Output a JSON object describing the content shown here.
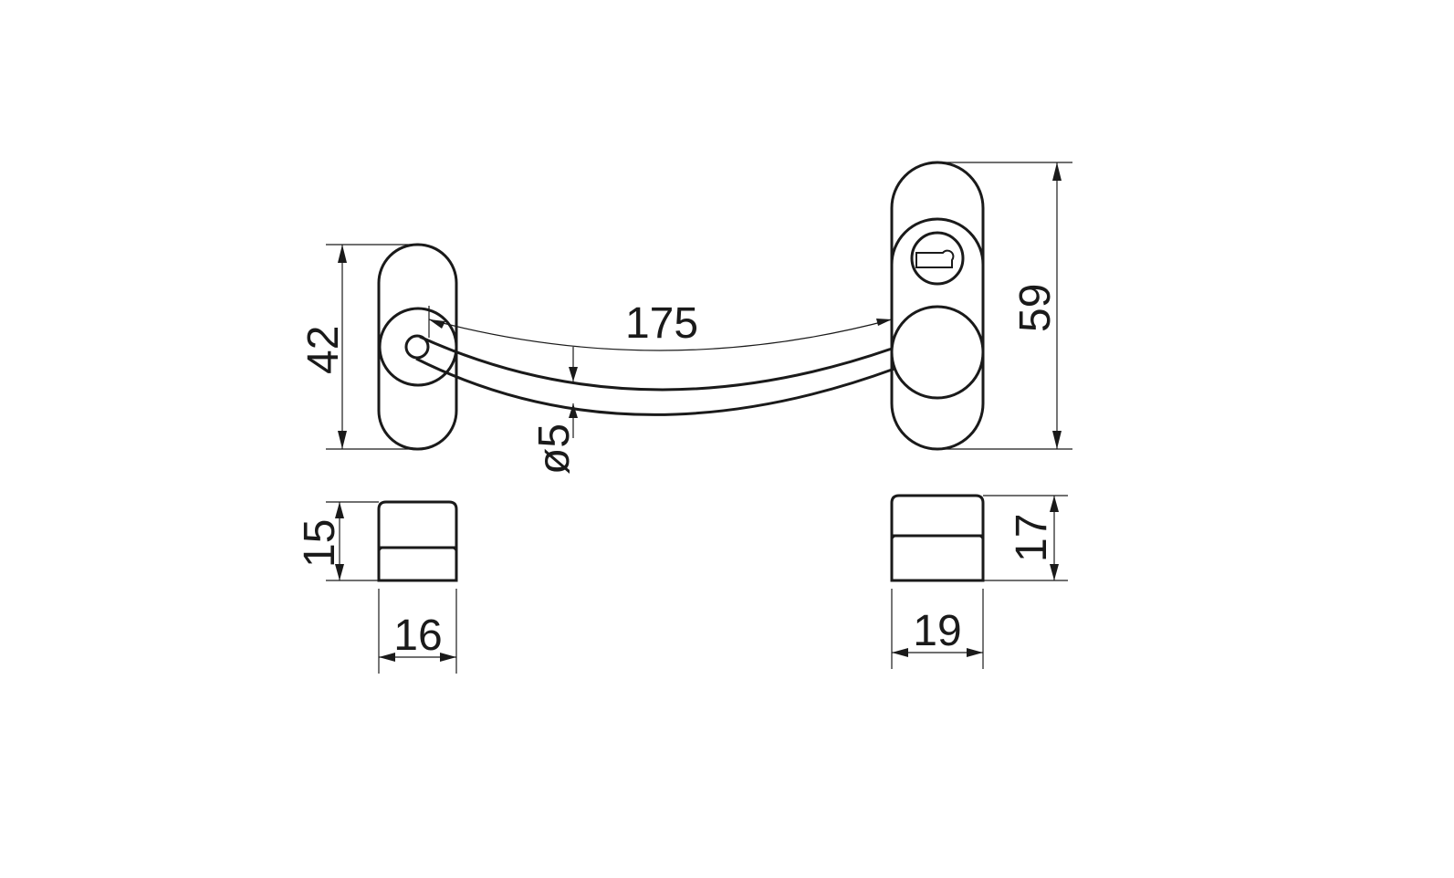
{
  "dimensions": {
    "plate_left_height": "42",
    "plate_right_height": "59",
    "cable_length": "175",
    "cable_diameter": "ø5",
    "left_block_height": "15",
    "left_block_width": "16",
    "right_block_height": "17",
    "right_block_width": "19"
  }
}
